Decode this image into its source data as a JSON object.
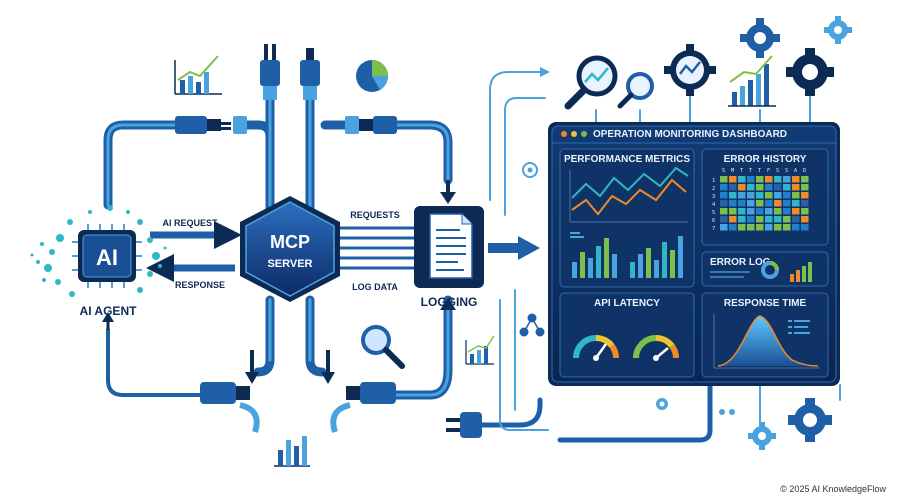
{
  "labels": {
    "ai_badge": "AI",
    "ai_agent": "AI AGENT",
    "ai_request": "AI REQUEST",
    "response": "RESPONSE",
    "mcp_line1": "MCP",
    "mcp_line2": "SERVER",
    "requests": "REQUESTS",
    "log_data": "LOG DATA",
    "logging": "LOGGING"
  },
  "dashboard": {
    "title": "OPERATION MONITORING DASHBOARD",
    "performance_metrics": "PERFORMANCE METRICS",
    "error_history": "ERROR HISTORY",
    "error_log": "ERROR LOG",
    "api_latency": "API LATENCY",
    "response_time": "RESPONSE TIME",
    "weekdays": [
      "S",
      "M",
      "T",
      "T",
      "T",
      "F",
      "S",
      "S",
      "A",
      "D"
    ],
    "row_numbers": [
      "1",
      "2",
      "3",
      "4",
      "5",
      "6",
      "7"
    ]
  },
  "footer": "© 2025 AI KnowledgeFlow",
  "colors": {
    "navy": "#0d2a55",
    "blue": "#1f5fa8",
    "light_blue": "#4aa3df",
    "teal": "#2fb7c4",
    "orange": "#f08a24",
    "green": "#7cc04b"
  }
}
